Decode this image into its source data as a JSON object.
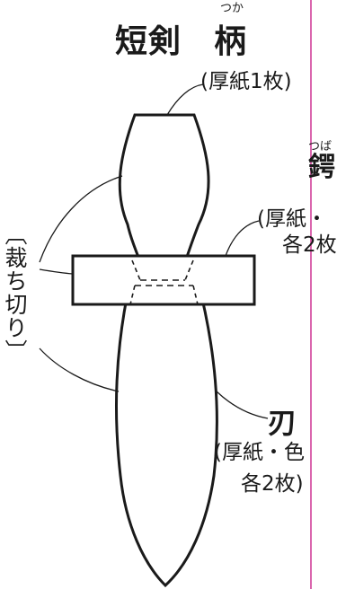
{
  "title": {
    "main": "短剣",
    "hilt": "柄",
    "hilt_ruby": "つか"
  },
  "hilt_note": "(厚紙1枚)",
  "guard": {
    "ruby": "つば",
    "label": "鍔",
    "note_line1": "(厚紙・",
    "note_line2": "各2枚"
  },
  "blade": {
    "label": "刃",
    "note_line1": "(厚紙・色",
    "note_line2": "各2枚)"
  },
  "cut_label": "〔裁ち切り〕",
  "colors": {
    "ink": "#1a1a1a",
    "page_edge": "#d0409a"
  }
}
